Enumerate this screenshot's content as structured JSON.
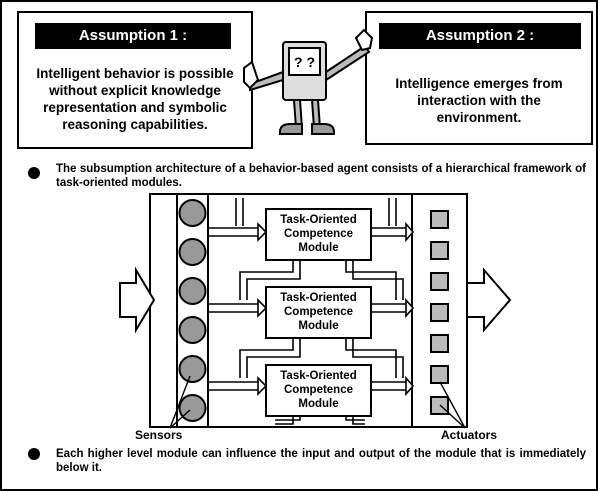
{
  "assumption1": {
    "title": "Assumption 1 :",
    "lines": [
      "Intelligent behavior is possible",
      "without explicit knowledge",
      "representation and symbolic",
      "reasoning capabilities."
    ]
  },
  "assumption2": {
    "title": "Assumption  2 :",
    "lines": [
      "Intelligence emerges from",
      "interaction with the",
      "environment."
    ]
  },
  "robot": {
    "screen_text": "? ?"
  },
  "bullet1": "The subsumption architecture of a behavior-based agent consists of a hierarchical framework of task-oriented modules.",
  "bullet2": "Each higher level module can influence the input and output of the module that is immediately below it.",
  "modules": [
    {
      "lines": [
        "Task-Oriented",
        "Competence",
        "Module"
      ]
    },
    {
      "lines": [
        "Task-Oriented",
        "Competence",
        "Module"
      ]
    },
    {
      "lines": [
        "Task-Oriented",
        "Competence",
        "Module"
      ]
    }
  ],
  "labels": {
    "sensors": "Sensors",
    "actuators": "Actuators"
  },
  "sensor_count": 6,
  "actuator_count": 7
}
